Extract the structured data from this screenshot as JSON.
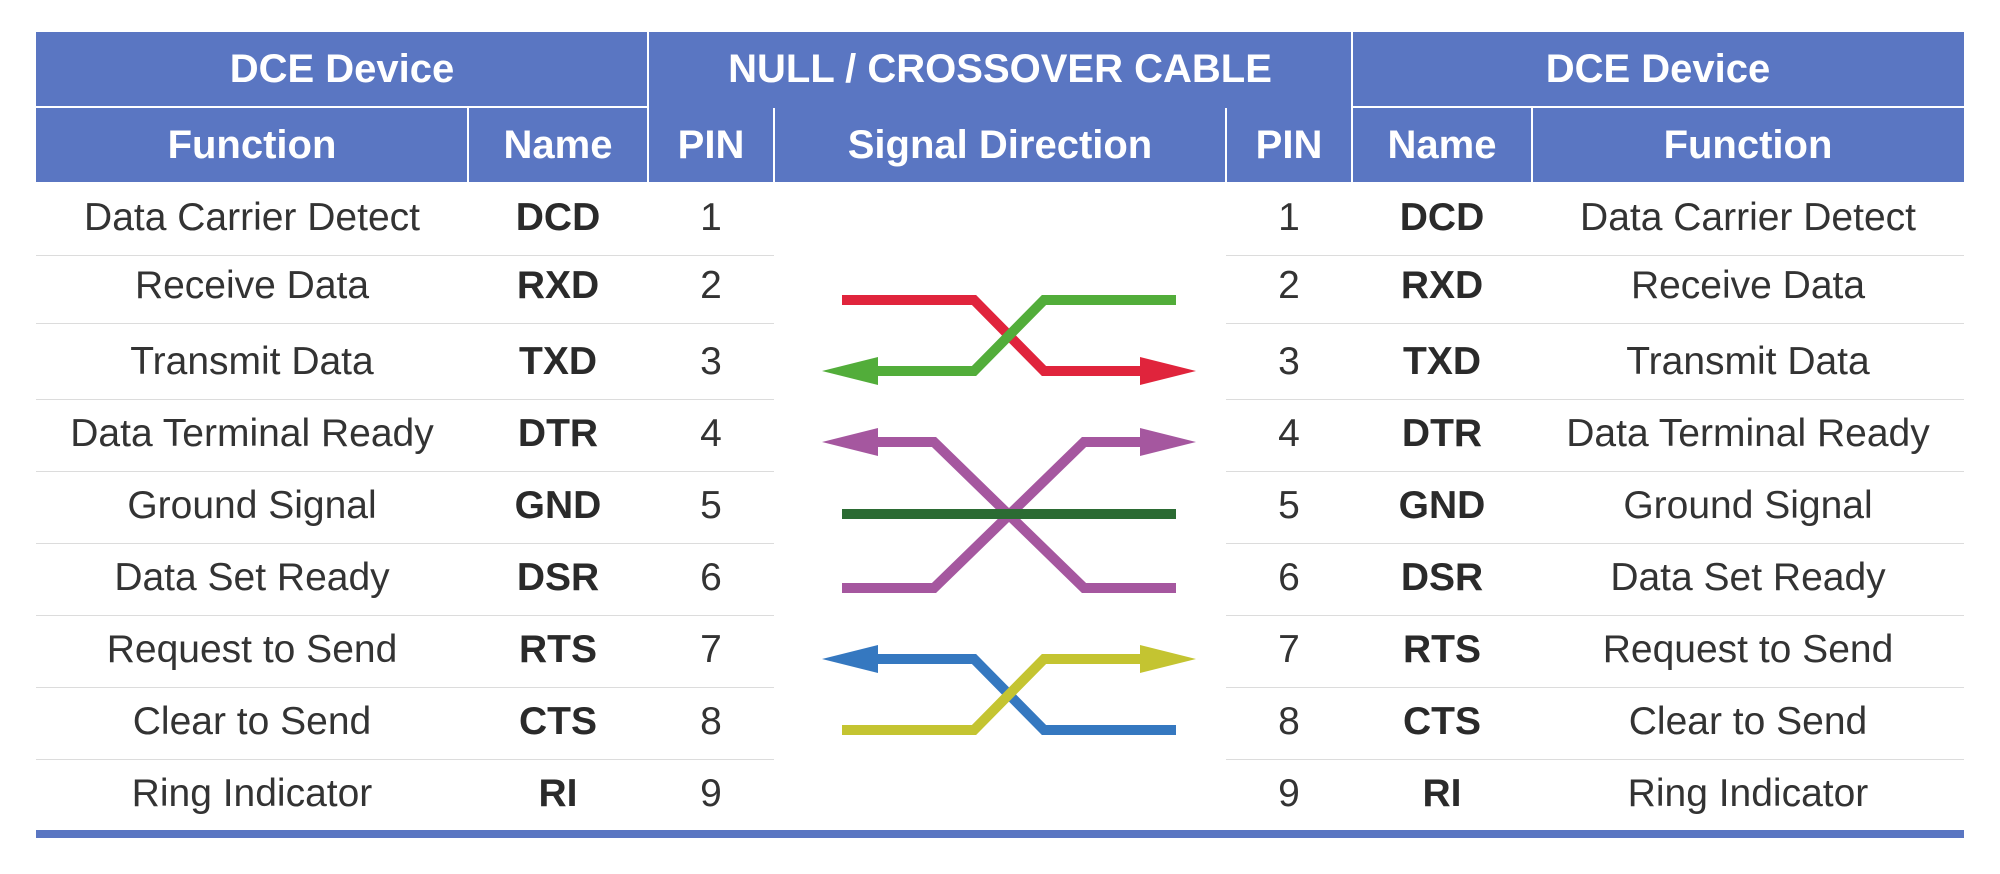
{
  "header": {
    "left_device": "DCE Device",
    "center_title": "NULL / CROSSOVER CABLE",
    "right_device": "DCE Device",
    "col_function": "Function",
    "col_name": "Name",
    "col_pin": "PIN",
    "col_signal": "Signal Direction"
  },
  "rows": [
    {
      "function": "Data Carrier Detect",
      "name": "DCD",
      "pin": "1"
    },
    {
      "function": "Receive Data",
      "name": "RXD",
      "pin": "2"
    },
    {
      "function": "Transmit Data",
      "name": "TXD",
      "pin": "3"
    },
    {
      "function": "Data Terminal Ready",
      "name": "DTR",
      "pin": "4"
    },
    {
      "function": "Ground Signal",
      "name": "GND",
      "pin": "5"
    },
    {
      "function": "Data Set Ready",
      "name": "DSR",
      "pin": "6"
    },
    {
      "function": "Request to Send",
      "name": "RTS",
      "pin": "7"
    },
    {
      "function": "Clear to Send",
      "name": "CTS",
      "pin": "8"
    },
    {
      "function": "Ring Indicator",
      "name": "RI",
      "pin": "9"
    }
  ],
  "colors": {
    "header_blue": "#5a76c2",
    "wire_red": "#e0243c",
    "wire_green": "#52ad3a",
    "wire_purple": "#a5579f",
    "wire_dark_green": "#2b6b33",
    "wire_blue": "#3578c0",
    "wire_yellow": "#c4c431"
  },
  "wires": [
    {
      "name": "rxd-txd",
      "color": "#e0243c",
      "from_pin": 2,
      "to_pin": 3,
      "arrow": "right"
    },
    {
      "name": "txd-rxd",
      "color": "#52ad3a",
      "from_pin": 3,
      "to_pin": 2,
      "arrow": "left"
    },
    {
      "name": "dtr-dsr",
      "color": "#a5579f",
      "from_pin": 4,
      "to_pin": 6,
      "arrow": "left"
    },
    {
      "name": "dsr-dtr",
      "color": "#a5579f",
      "from_pin": 6,
      "to_pin": 4,
      "arrow": "right"
    },
    {
      "name": "gnd-gnd",
      "color": "#2b6b33",
      "from_pin": 5,
      "to_pin": 5,
      "arrow": "none"
    },
    {
      "name": "rts-cts",
      "color": "#3578c0",
      "from_pin": 7,
      "to_pin": 8,
      "arrow": "left"
    },
    {
      "name": "cts-rts",
      "color": "#c4c431",
      "from_pin": 8,
      "to_pin": 7,
      "arrow": "right"
    }
  ]
}
